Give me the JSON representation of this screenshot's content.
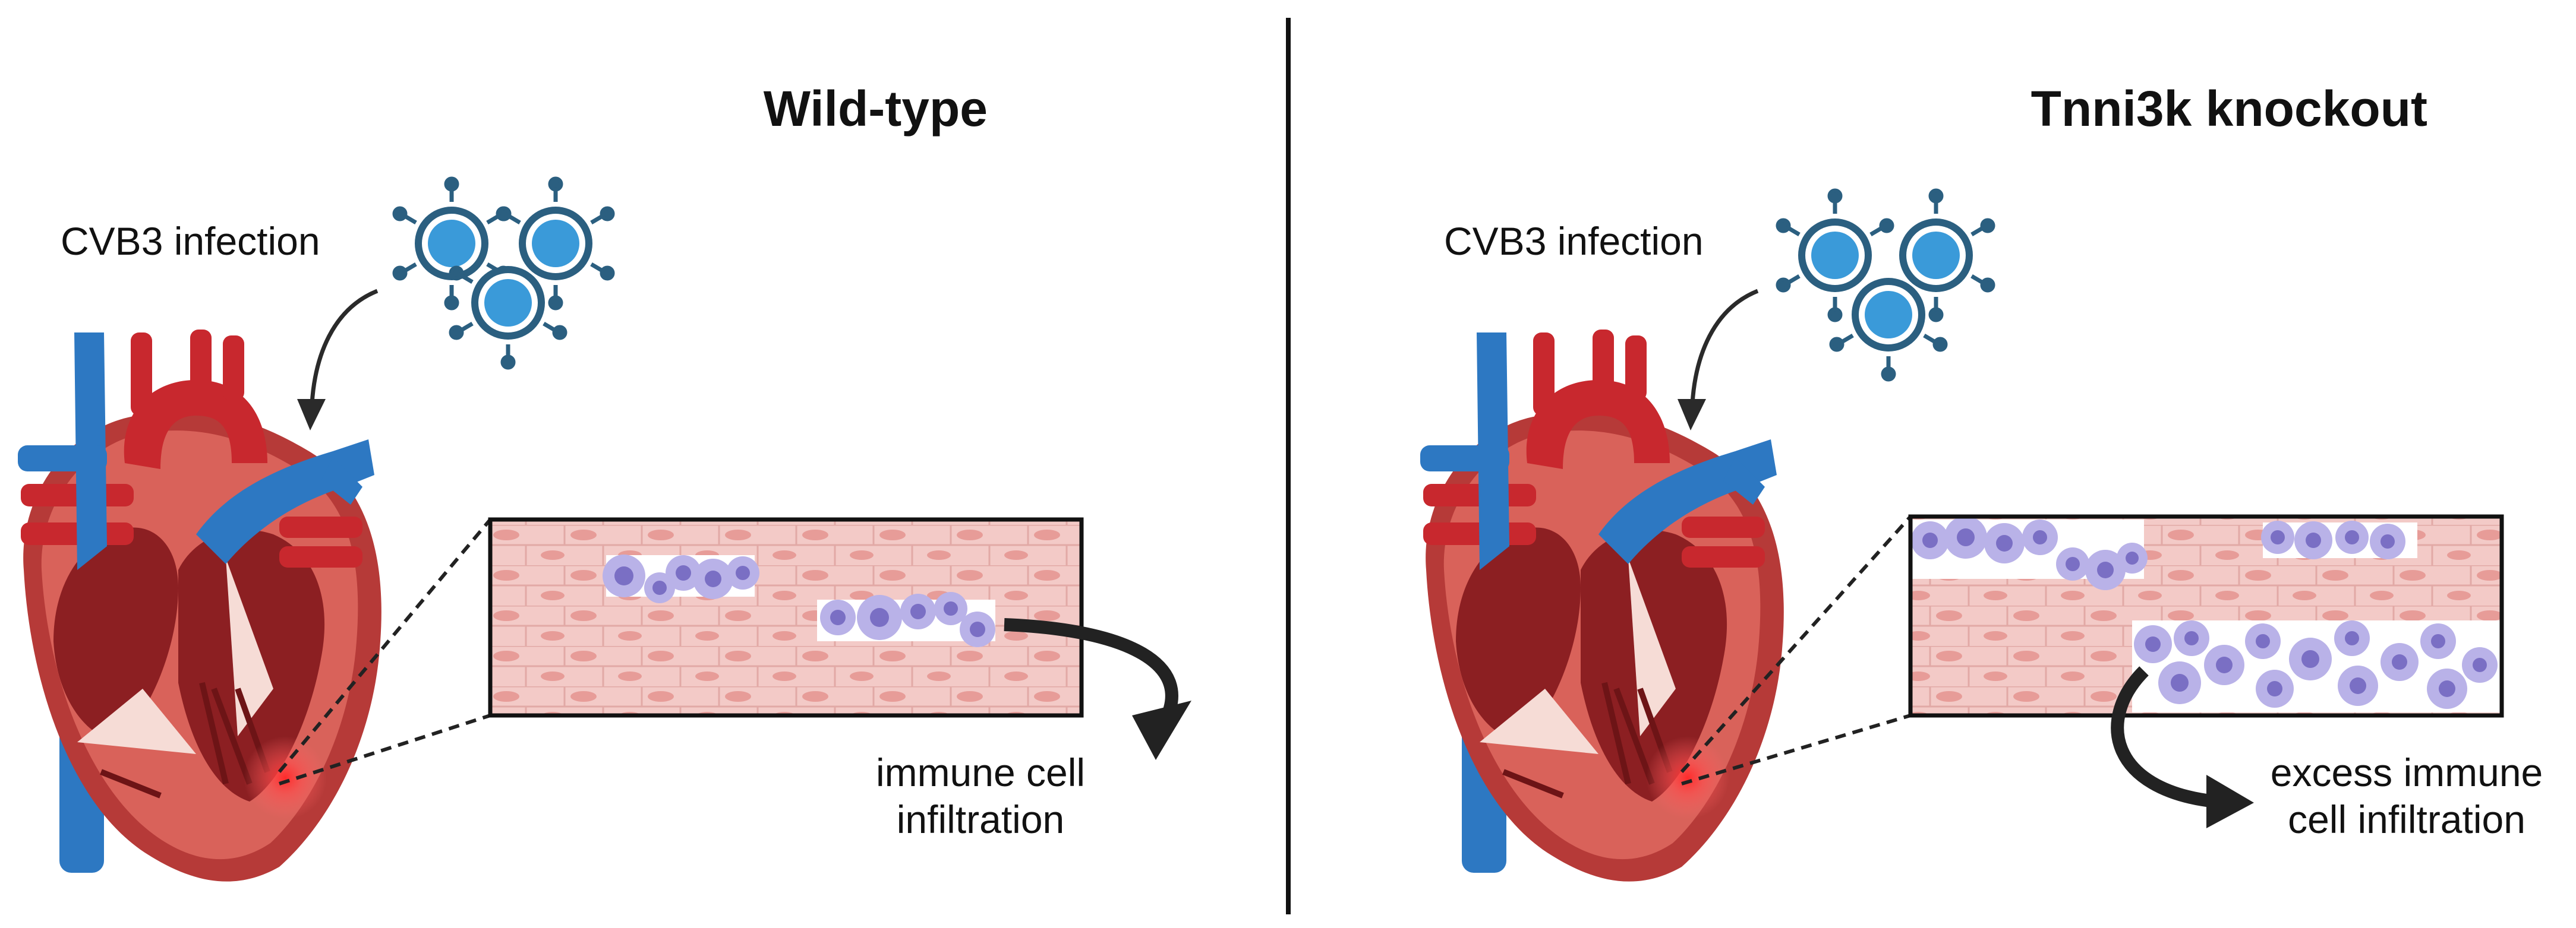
{
  "panels": [
    {
      "title": "Wild-type",
      "infection_label": "CVB3 infection",
      "outcome_line1": "immune cell",
      "outcome_line2": "infiltration"
    },
    {
      "title": "Tnni3k knockout",
      "infection_label": "CVB3 infection",
      "outcome_line1": "excess immune",
      "outcome_line2": "cell infiltration"
    }
  ],
  "colors": {
    "artery_red": "#c8282e",
    "vein_blue": "#2d78c2",
    "myocardium": "#d9625a",
    "tissue_pink": "#f0c4c2",
    "immune_cell": "#b9b2e8",
    "virus_blue": "#3a9ad9",
    "infection_glow": "#ff2a2a"
  }
}
